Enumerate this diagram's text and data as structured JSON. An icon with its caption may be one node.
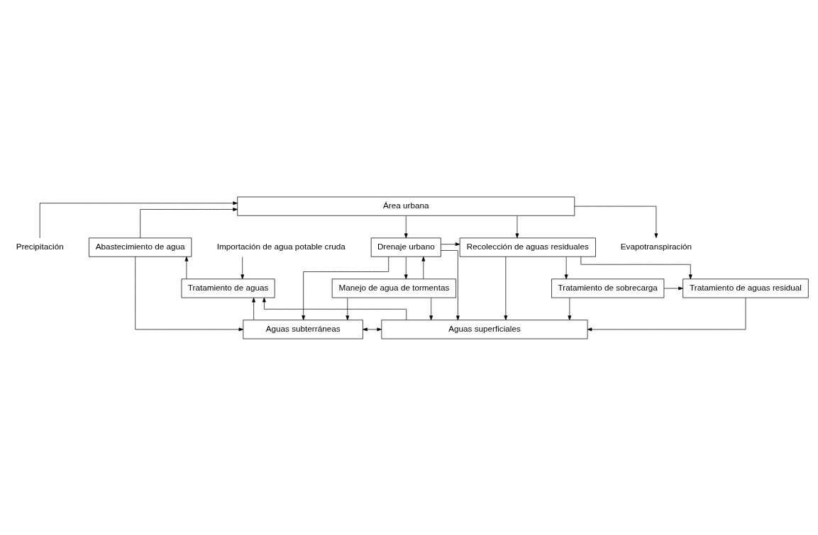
{
  "diagram": {
    "nodes": [
      {
        "text": [
          "Área urbana"
        ]
      },
      {
        "text": [
          "Abastecimiento de agua"
        ]
      },
      {
        "text": [
          "Drenaje urbano"
        ]
      },
      {
        "text": [
          "Recolección de aguas residuales"
        ]
      },
      {
        "text": [
          "Tratamiento de aguas"
        ]
      },
      {
        "text": [
          "Manejo de agua de tormentas"
        ]
      },
      {
        "text": [
          "Tratamiento de sobrecarga"
        ]
      },
      {
        "text": [
          "Tratamiento de aguas residual"
        ]
      },
      {
        "text": [
          "Aguas subterráneas"
        ]
      },
      {
        "text": [
          "Aguas superficiales"
        ]
      },
      {
        "text": [
          "Importación de agua potable cruda"
        ]
      },
      {
        "text": [
          "Precipitación"
        ]
      },
      {
        "text": [
          "Evapotranspiración"
        ]
      }
    ],
    "edges": [
      {
        "from": 11,
        "to": 0,
        "arrow": "to"
      },
      {
        "from": 0,
        "to": 12,
        "arrow": "to"
      },
      {
        "from": 1,
        "to": 0,
        "arrow": "to"
      },
      {
        "from": 0,
        "to": 2,
        "arrow": "to"
      },
      {
        "from": 0,
        "to": 3,
        "arrow": "to"
      },
      {
        "from": 1,
        "to": 8,
        "arrow": "to"
      },
      {
        "from": 4,
        "to": 1,
        "arrow": "to"
      },
      {
        "from": 10,
        "to": 4,
        "arrow": "to"
      },
      {
        "from": 8,
        "to": 4,
        "arrow": "to"
      },
      {
        "from": 9,
        "to": 4,
        "arrow": "to"
      },
      {
        "from": 2,
        "to": 8,
        "arrow": "to"
      },
      {
        "from": 2,
        "to": 5,
        "arrow": "to"
      },
      {
        "from": 5,
        "to": 8,
        "arrow": "to"
      },
      {
        "from": 5,
        "to": 2,
        "arrow": "to"
      },
      {
        "from": 2,
        "to": 3,
        "arrow": "to"
      },
      {
        "from": 2,
        "to": 9,
        "arrow": "to"
      },
      {
        "from": 5,
        "to": 9,
        "arrow": "to"
      },
      {
        "from": 3,
        "to": 6,
        "arrow": "to"
      },
      {
        "from": 3,
        "to": 7,
        "arrow": "to"
      },
      {
        "from": 6,
        "to": 7,
        "arrow": "to"
      },
      {
        "from": 6,
        "to": 9,
        "arrow": "to"
      },
      {
        "from": 7,
        "to": 9,
        "arrow": "to"
      },
      {
        "from": 3,
        "to": 9,
        "arrow": "to"
      },
      {
        "from": 8,
        "to": 9,
        "arrow": "both"
      }
    ]
  }
}
